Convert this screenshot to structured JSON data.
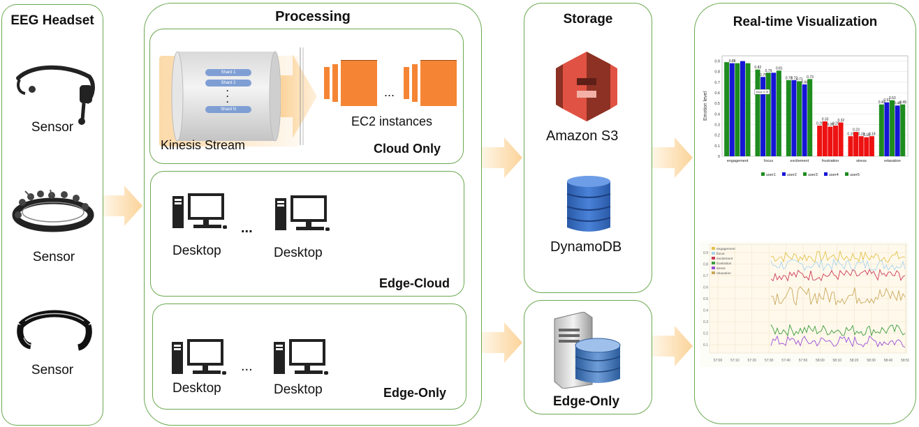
{
  "headset": {
    "title": "EEG Headset",
    "sensors": [
      "Sensor",
      "Sensor",
      "Sensor"
    ]
  },
  "processing": {
    "title": "Processing",
    "cloud_only": {
      "label": "Cloud Only",
      "kinesis_label": "Kinesis Stream",
      "shards": [
        "Shard 1",
        "Shard 2",
        "Shard N"
      ],
      "ec2_label": "EC2 instances",
      "ellipsis": "..."
    },
    "edge_cloud": {
      "label": "Edge-Cloud",
      "desktops": [
        "Desktop",
        "Desktop"
      ],
      "ellipsis": "..."
    },
    "edge_only": {
      "label": "Edge-Only",
      "desktops": [
        "Desktop",
        "Desktop"
      ],
      "ellipsis": "..."
    }
  },
  "storage": {
    "title": "Storage",
    "s3_label": "Amazon  S3",
    "dynamo_label": "DynamoDB",
    "edge_label": "Edge-Only"
  },
  "visualization": {
    "title": "Real-time Visualization",
    "bar_chart": {
      "ylabel": "Emotion level",
      "categories": [
        "engagement",
        "focus",
        "excitement",
        "frustration",
        "stress",
        "relaxation"
      ],
      "legend": [
        "user1",
        "user2",
        "user3",
        "user4",
        "user5"
      ],
      "annotation": "focus: 0.78",
      "yticks": [
        "0",
        "0.1",
        "0.2",
        "0.3",
        "0.4",
        "0.5",
        "0.6",
        "0.7",
        "0.8",
        "0.9"
      ]
    },
    "line_chart": {
      "legend": [
        "engagement",
        "focus",
        "excitement",
        "frustration",
        "stress",
        "relaxation"
      ],
      "xticks": [
        "57:00",
        "57:10",
        "57:20",
        "57:30",
        "57:40",
        "57:50",
        "58:00",
        "58:10",
        "58:20",
        "58:30",
        "58:40",
        "58:50"
      ],
      "yticks": [
        "0.9",
        "0.8",
        "0.7",
        "0.6",
        "0.5",
        "0.4",
        "0.3",
        "0.2",
        "0.1"
      ]
    }
  },
  "colors": {
    "panel_border": "#6aa84f",
    "arrow": "#fbd9a2",
    "ec2_orange": "#f58534",
    "s3_red": "#e05243",
    "dynamo_blue": "#3b6fc1",
    "bar_green": "#1e8c1e",
    "bar_blue": "#1515d6",
    "bar_red": "#ee1111"
  },
  "chart_data": {
    "type": "bar",
    "categories": [
      "engagement",
      "focus",
      "excitement",
      "frustration",
      "stress",
      "relaxation"
    ],
    "ylabel": "Emotion level",
    "ylim": [
      0,
      0.95
    ],
    "series": [
      {
        "name": "user1",
        "values": [
          0.89,
          0.82,
          0.72,
          0.29,
          0.19,
          0.49
        ]
      },
      {
        "name": "user2",
        "values": [
          0.88,
          0.75,
          0.72,
          0.33,
          0.23,
          0.51
        ]
      },
      {
        "name": "user3",
        "values": [
          0.88,
          0.79,
          0.71,
          0.28,
          0.19,
          0.53
        ]
      },
      {
        "name": "user4",
        "values": [
          0.9,
          0.79,
          0.68,
          0.29,
          0.18,
          0.48
        ]
      },
      {
        "name": "user5",
        "values": [
          0.88,
          0.81,
          0.73,
          0.32,
          0.19,
          0.49
        ]
      }
    ],
    "data_labels": [
      [
        "",
        "0.88",
        "",
        "",
        ""
      ],
      [
        "0.82",
        "0.75",
        "0.79",
        "",
        "0.81"
      ],
      [
        "0.72",
        "0.72",
        "0.71",
        "0.68",
        "0.73"
      ],
      [
        "0.29",
        "0.33",
        "0.28",
        "0.29",
        "0.32"
      ],
      [
        "0.19",
        "0.23",
        "0.19",
        "0.18",
        "0.19"
      ],
      [
        "0.49",
        "0.51",
        "0.53",
        "0.48",
        "0.49"
      ]
    ],
    "legend_position": "bottom",
    "grid": true
  }
}
